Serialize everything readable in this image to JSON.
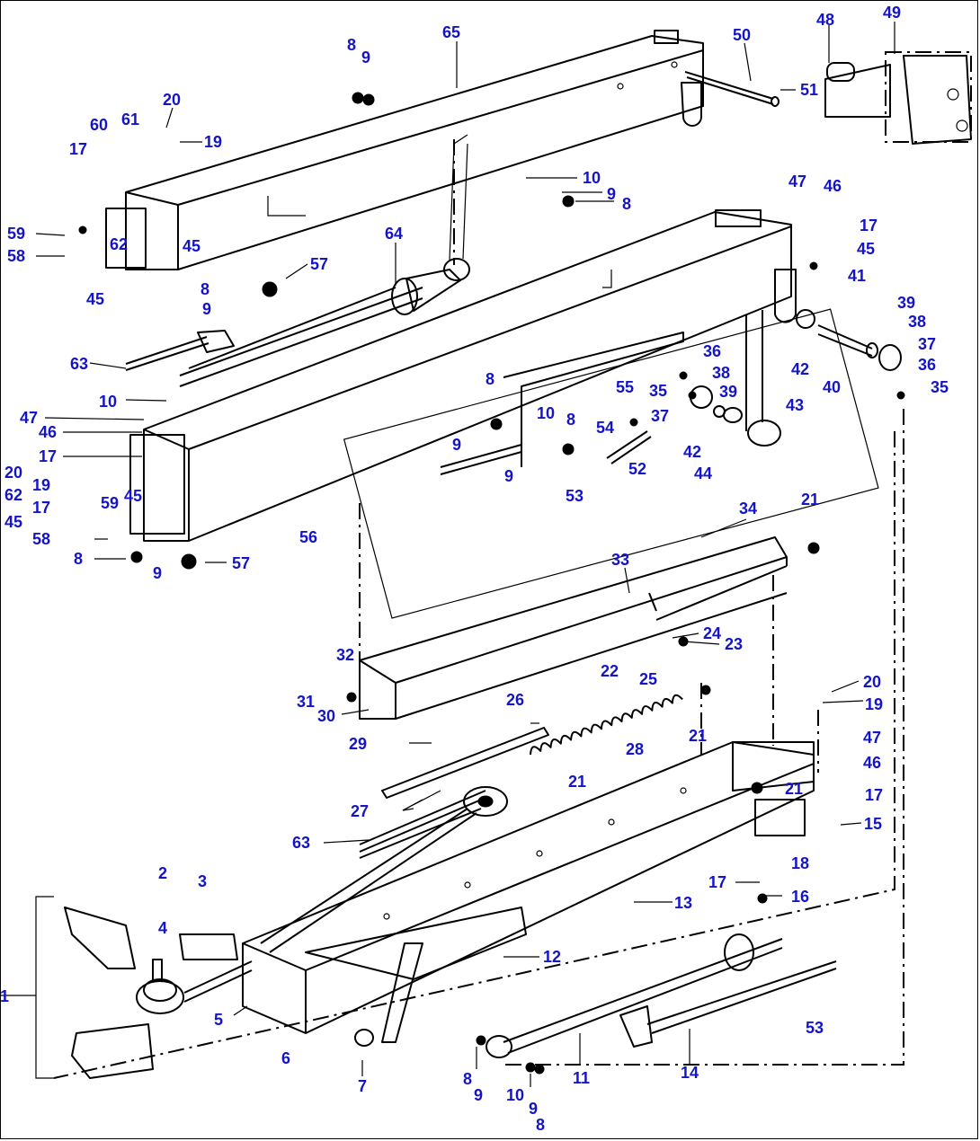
{
  "diagram": {
    "callouts": [
      {
        "id": "c65",
        "label": "65"
      },
      {
        "id": "c8a",
        "label": "8"
      },
      {
        "id": "c9a",
        "label": "9"
      },
      {
        "id": "c50",
        "label": "50"
      },
      {
        "id": "c48",
        "label": "48"
      },
      {
        "id": "c49",
        "label": "49"
      },
      {
        "id": "c51",
        "label": "51"
      },
      {
        "id": "c20a",
        "label": "20"
      },
      {
        "id": "c60",
        "label": "60"
      },
      {
        "id": "c61",
        "label": "61"
      },
      {
        "id": "c19a",
        "label": "19"
      },
      {
        "id": "c17a",
        "label": "17"
      },
      {
        "id": "c10a",
        "label": "10"
      },
      {
        "id": "c9b",
        "label": "9"
      },
      {
        "id": "c8b",
        "label": "8"
      },
      {
        "id": "c47a",
        "label": "47"
      },
      {
        "id": "c46a",
        "label": "46"
      },
      {
        "id": "c59a",
        "label": "59"
      },
      {
        "id": "c62a",
        "label": "62"
      },
      {
        "id": "c45a",
        "label": "45"
      },
      {
        "id": "c17b",
        "label": "17"
      },
      {
        "id": "c58a",
        "label": "58"
      },
      {
        "id": "c45b",
        "label": "45"
      },
      {
        "id": "c64",
        "label": "64"
      },
      {
        "id": "c57a",
        "label": "57"
      },
      {
        "id": "c45c",
        "label": "45"
      },
      {
        "id": "c41",
        "label": "41"
      },
      {
        "id": "c8c",
        "label": "8"
      },
      {
        "id": "c9c",
        "label": "9"
      },
      {
        "id": "c39a",
        "label": "39"
      },
      {
        "id": "c38a",
        "label": "38"
      },
      {
        "id": "c63a",
        "label": "63"
      },
      {
        "id": "c37a",
        "label": "37"
      },
      {
        "id": "c42a",
        "label": "42"
      },
      {
        "id": "c40",
        "label": "40"
      },
      {
        "id": "c36a",
        "label": "36"
      },
      {
        "id": "c36b",
        "label": "36"
      },
      {
        "id": "c35a",
        "label": "35"
      },
      {
        "id": "c38b",
        "label": "38"
      },
      {
        "id": "c10b",
        "label": "10"
      },
      {
        "id": "c8d",
        "label": "8"
      },
      {
        "id": "c55",
        "label": "55"
      },
      {
        "id": "c35b",
        "label": "35"
      },
      {
        "id": "c39b",
        "label": "39"
      },
      {
        "id": "c47b",
        "label": "47"
      },
      {
        "id": "c10c",
        "label": "10"
      },
      {
        "id": "c8e",
        "label": "8"
      },
      {
        "id": "c37b",
        "label": "37"
      },
      {
        "id": "c43",
        "label": "43"
      },
      {
        "id": "c46b",
        "label": "46"
      },
      {
        "id": "c9d",
        "label": "9"
      },
      {
        "id": "c54",
        "label": "54"
      },
      {
        "id": "c42b",
        "label": "42"
      },
      {
        "id": "c17c",
        "label": "17"
      },
      {
        "id": "c52",
        "label": "52"
      },
      {
        "id": "c44",
        "label": "44"
      },
      {
        "id": "c20b",
        "label": "20"
      },
      {
        "id": "c19b",
        "label": "19"
      },
      {
        "id": "c9e",
        "label": "9"
      },
      {
        "id": "c53a",
        "label": "53"
      },
      {
        "id": "c62b",
        "label": "62"
      },
      {
        "id": "c59b",
        "label": "59"
      },
      {
        "id": "c45d",
        "label": "45"
      },
      {
        "id": "c17d",
        "label": "17"
      },
      {
        "id": "c45e",
        "label": "45"
      },
      {
        "id": "c56",
        "label": "56"
      },
      {
        "id": "c58b",
        "label": "58"
      },
      {
        "id": "c8f",
        "label": "8"
      },
      {
        "id": "c9f",
        "label": "9"
      },
      {
        "id": "c57b",
        "label": "57"
      },
      {
        "id": "c34",
        "label": "34"
      },
      {
        "id": "c21a",
        "label": "21"
      },
      {
        "id": "c33",
        "label": "33"
      },
      {
        "id": "c24",
        "label": "24"
      },
      {
        "id": "c23",
        "label": "23"
      },
      {
        "id": "c25",
        "label": "25"
      },
      {
        "id": "c32",
        "label": "32"
      },
      {
        "id": "c22",
        "label": "22"
      },
      {
        "id": "c20c",
        "label": "20"
      },
      {
        "id": "c31",
        "label": "31"
      },
      {
        "id": "c30",
        "label": "30"
      },
      {
        "id": "c19c",
        "label": "19"
      },
      {
        "id": "c26",
        "label": "26"
      },
      {
        "id": "c21b",
        "label": "21"
      },
      {
        "id": "c29",
        "label": "29"
      },
      {
        "id": "c47c",
        "label": "47"
      },
      {
        "id": "c28",
        "label": "28"
      },
      {
        "id": "c46c",
        "label": "46"
      },
      {
        "id": "c21c",
        "label": "21"
      },
      {
        "id": "c21d",
        "label": "21"
      },
      {
        "id": "c17e",
        "label": "17"
      },
      {
        "id": "c27",
        "label": "27"
      },
      {
        "id": "c15",
        "label": "15"
      },
      {
        "id": "c63b",
        "label": "63"
      },
      {
        "id": "c18",
        "label": "18"
      },
      {
        "id": "c17f",
        "label": "17"
      },
      {
        "id": "c16",
        "label": "16"
      },
      {
        "id": "c2",
        "label": "2"
      },
      {
        "id": "c3",
        "label": "3"
      },
      {
        "id": "c13",
        "label": "13"
      },
      {
        "id": "c4",
        "label": "4"
      },
      {
        "id": "c12",
        "label": "12"
      },
      {
        "id": "c1",
        "label": "1"
      },
      {
        "id": "c53b",
        "label": "53"
      },
      {
        "id": "c5",
        "label": "5"
      },
      {
        "id": "c6",
        "label": "6"
      },
      {
        "id": "c11",
        "label": "11"
      },
      {
        "id": "c14",
        "label": "14"
      },
      {
        "id": "c7",
        "label": "7"
      },
      {
        "id": "c8g",
        "label": "8"
      },
      {
        "id": "c9g",
        "label": "9"
      },
      {
        "id": "c10d",
        "label": "10"
      },
      {
        "id": "c9h",
        "label": "9"
      },
      {
        "id": "c8h",
        "label": "8"
      }
    ]
  }
}
